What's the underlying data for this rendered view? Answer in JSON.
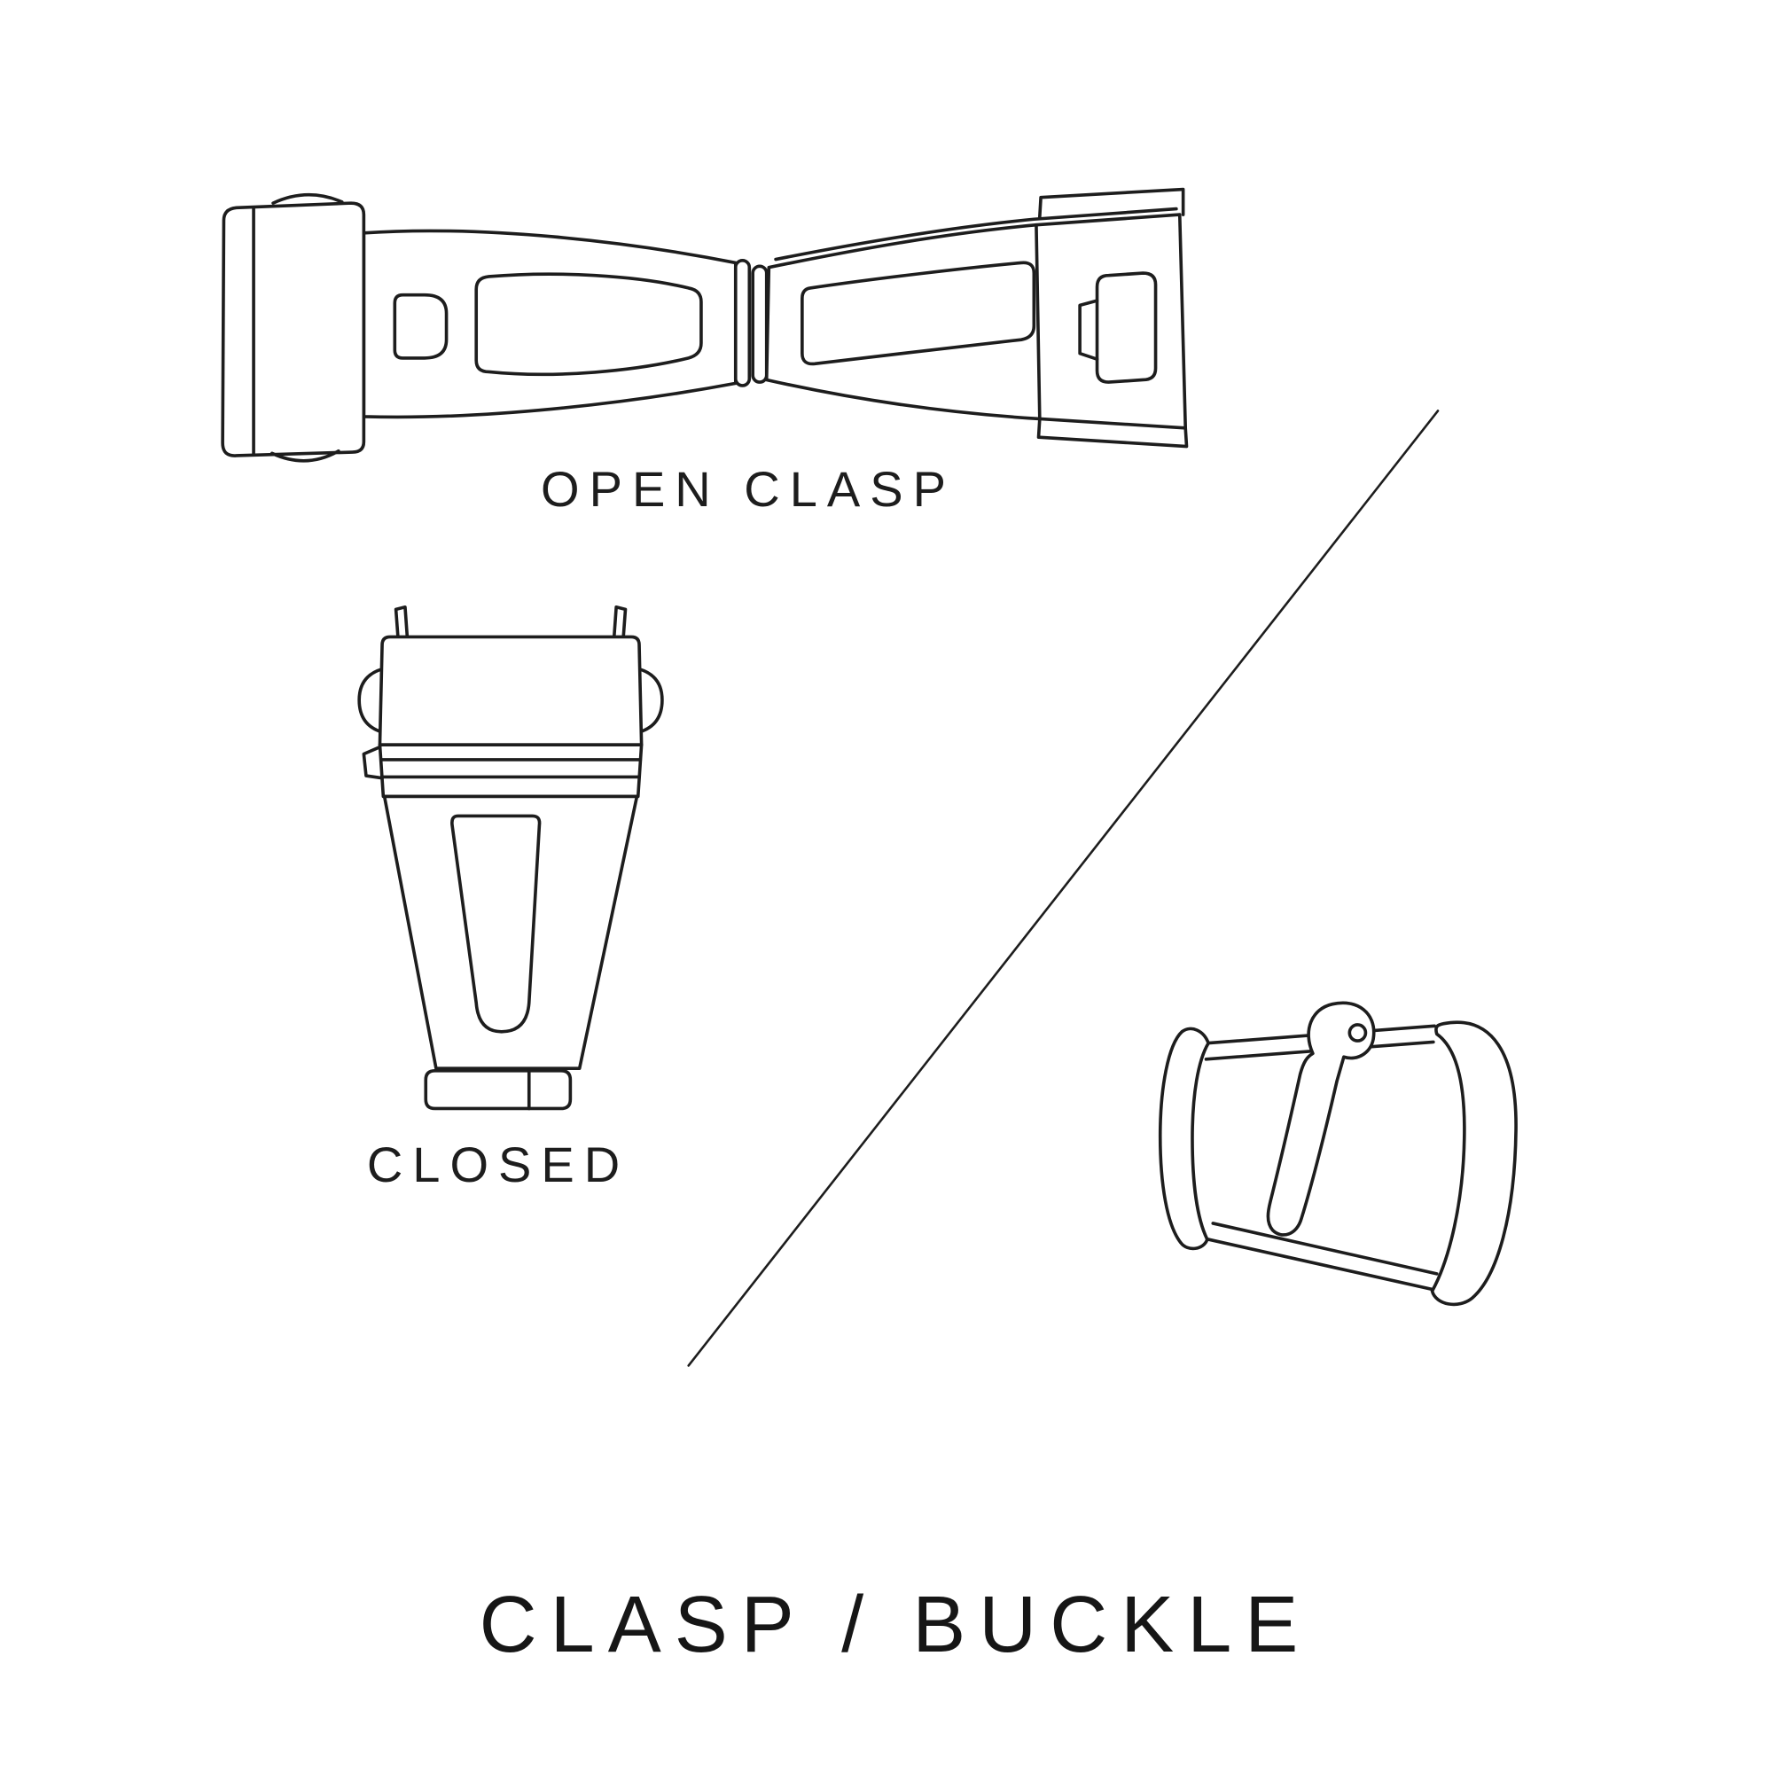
{
  "page": {
    "background": "#ffffff",
    "ink": "#1d1d1d"
  },
  "diagram": {
    "open_clasp_label": "OPEN CLASP",
    "closed_label": "CLOSED",
    "title": "CLASP / BUCKLE",
    "illustrations": [
      {
        "name": "open-clasp-illustration"
      },
      {
        "name": "closed-clasp-illustration"
      },
      {
        "name": "tang-buckle-illustration"
      },
      {
        "name": "diagonal-divider"
      }
    ]
  }
}
